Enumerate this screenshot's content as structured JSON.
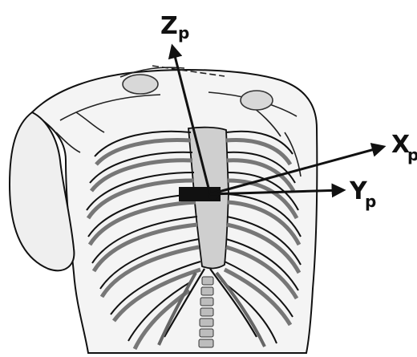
{
  "figure": {
    "subject": "thorax-rib-cage",
    "axes": [
      {
        "letter": "Z",
        "subscript": "p",
        "role": "vertical"
      },
      {
        "letter": "X",
        "subscript": "p",
        "role": "lateral-upward"
      },
      {
        "letter": "Y",
        "subscript": "p",
        "role": "lateral"
      }
    ],
    "colors": {
      "ink": "#111111",
      "paper": "#ffffff",
      "shade": "#9a9a9a",
      "light_shade": "#c8c8c8"
    }
  }
}
